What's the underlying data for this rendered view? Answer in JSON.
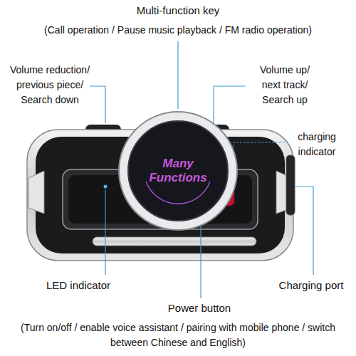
{
  "diagram": {
    "nodes": [
      {
        "text": [
          "Many Functions"
        ]
      }
    ],
    "labels": [
      "Multi-function key",
      "(Call operation / Pause music playback / FM radio operation)",
      "Volume reduction/ previous piece/ Search down",
      "Volume up/ next track/ Search up",
      "charging indicator",
      "LED indicator",
      "Charging port",
      "Power button",
      "(Turn on/off / enable voice assistant / pairing with mobile phone / switch between Chinese and English)"
    ]
  }
}
